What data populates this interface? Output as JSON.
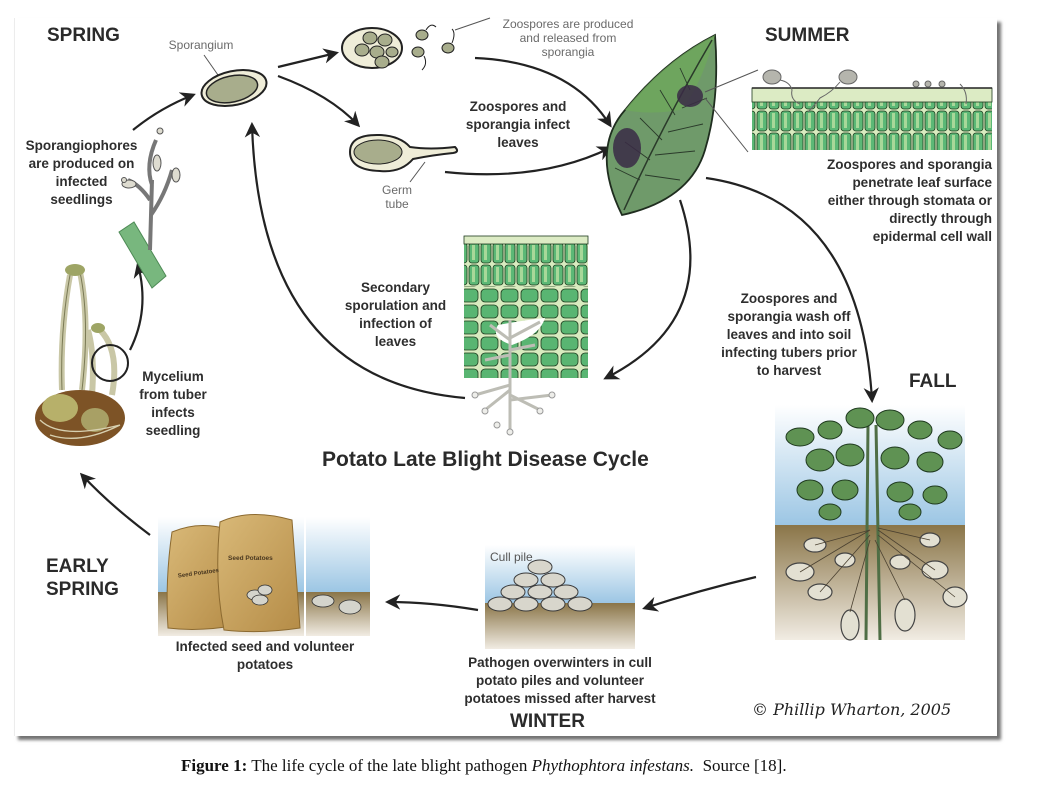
{
  "diagram": {
    "title": "Potato Late Blight Disease Cycle",
    "credit": "© Phillip Wharton, 2005",
    "seasons": {
      "spring": "SPRING",
      "summer": "SUMMER",
      "fall": "FALL",
      "winter": "WINTER",
      "early_spring": "EARLY\nSPRING"
    },
    "labels": {
      "sporangium": "Sporangium",
      "zoospores_released": "Zoospores are produced\nand released from\nsporangia",
      "germ_tube": "Germ\ntube",
      "infect_leaves": "Zoospores and\nsporangia infect\nleaves",
      "penetrate": "Zoospores and sporangia\npenetrate leaf surface\neither through stomata or\ndirectly through\nepidermal cell wall",
      "sporangiophores": "Sporangiophores\nare produced on\ninfected\nseedlings",
      "secondary": "Secondary\nsporulation and\ninfection of\nleaves",
      "mycelium": "Mycelium\nfrom tuber\ninfects\nseedling",
      "wash_off": "Zoospores and\nsporangia wash off\nleaves and into soil\ninfecting tubers prior\nto harvest",
      "cull_pile": "Cull pile",
      "overwinter": "Pathogen overwinters in cull\npotato piles and volunteer\npotatoes missed after harvest",
      "infected_seed": "Infected seed and volunteer\npotatoes",
      "bag_text": "Seed Potatoes"
    },
    "colors": {
      "leaf_green": "#5e8f55",
      "lesion": "#3a2a45",
      "sporangium_fill": "#a8ad8c",
      "sky": "#a9cde6",
      "soil": "#8a7548",
      "sack": "#c9a463",
      "cell_green": "#4fae6a"
    }
  },
  "caption": {
    "label": "Figure 1:",
    "text_before": " The life cycle of the late blight pathogen ",
    "species": "Phythophtora infestans.",
    "text_after": "  Source [18]."
  }
}
